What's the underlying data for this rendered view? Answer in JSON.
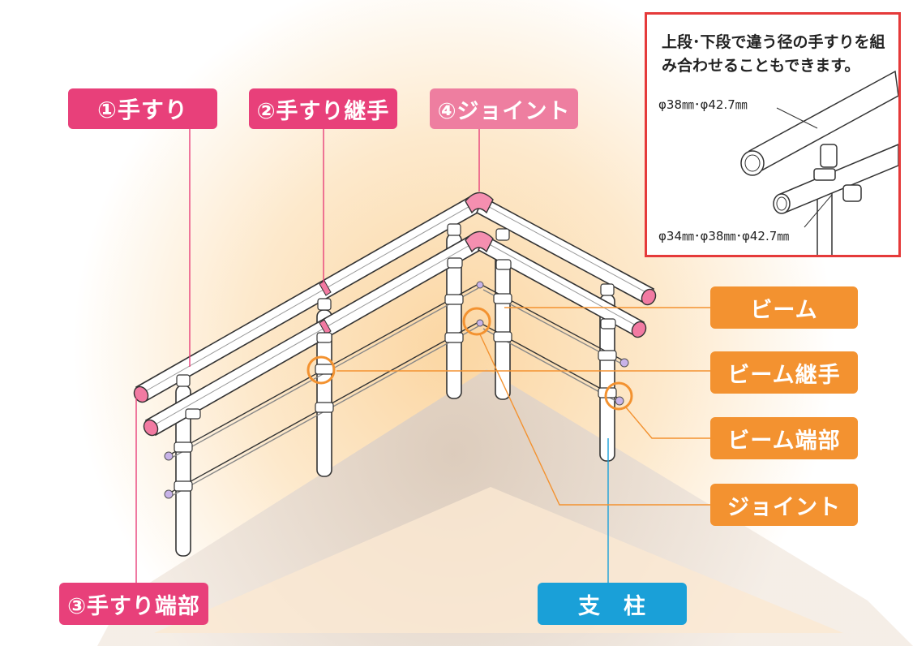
{
  "labels": {
    "handrail": "①手すり",
    "handrail_joint": "②手すり継手",
    "handrail_end": "③手すり端部",
    "joint_top": "④ジョイント",
    "beam": "ビーム",
    "beam_joint": "ビーム継手",
    "beam_end": "ビーム端部",
    "joint": "ジョイント",
    "post": "支　柱"
  },
  "inset": {
    "note": "上段･下段で違う径の手すりを組み合わせることもできます。",
    "dim_upper": "φ38㎜･φ42.7㎜",
    "dim_lower": "φ34㎜･φ38㎜･φ42.7㎜"
  },
  "colors": {
    "pink_label": "#e8407a",
    "pink_light_label": "#ee7ea0",
    "orange_label": "#f39230",
    "blue_label": "#1aa0d8",
    "inset_border": "#e53a3a"
  }
}
